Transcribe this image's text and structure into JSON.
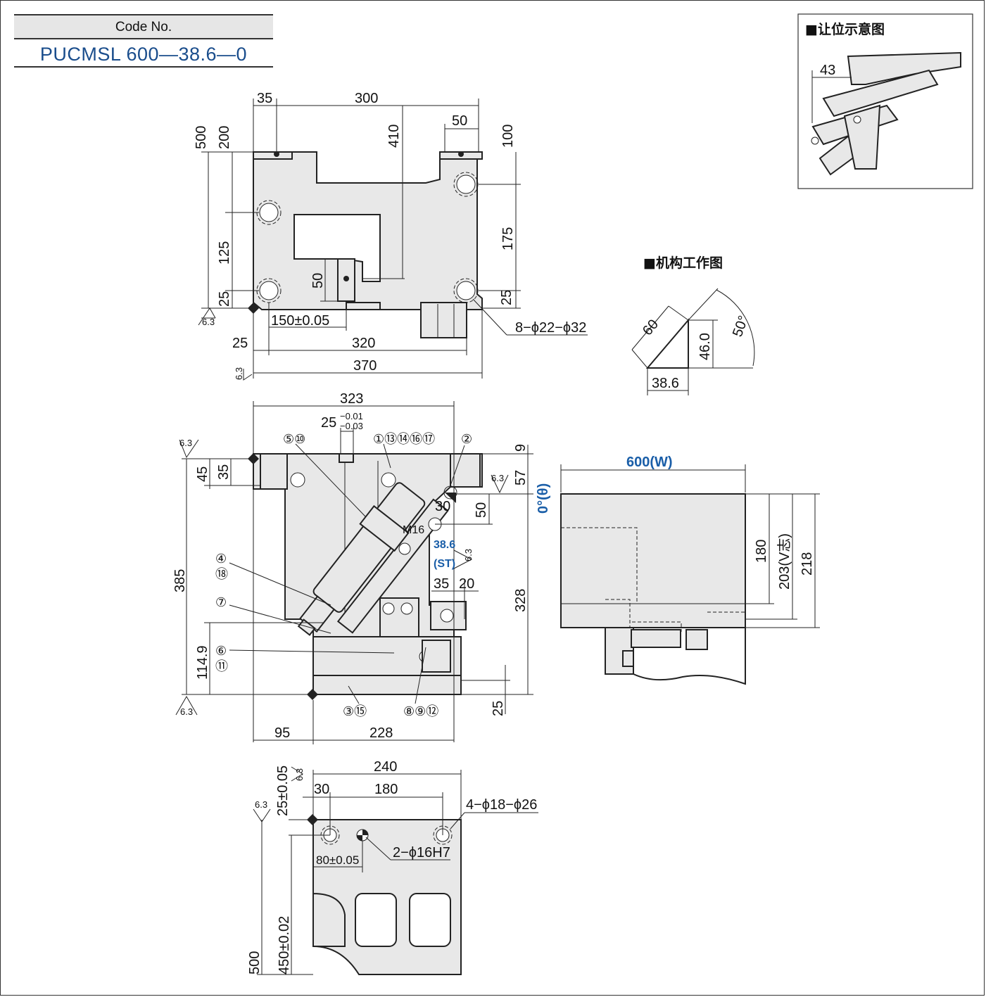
{
  "code": {
    "label": "Code No.",
    "value": "PUCMSL 600—38.6—0"
  },
  "inset_title": "■让位示意图",
  "inset_dim": "43",
  "mechanism_title": "■机构工作图",
  "top_view": {
    "dims": [
      "35",
      "300",
      "50",
      "410",
      "500",
      "200",
      "125",
      "25",
      "50",
      "100",
      "175",
      "25",
      "150±0.05",
      "25",
      "320",
      "370",
      "8−ϕ22−ϕ32",
      "6.3"
    ]
  },
  "mechanism": {
    "dims": [
      "60",
      "46.0",
      "50°",
      "38.6"
    ]
  },
  "front_view": {
    "dims": [
      "323",
      "25",
      "−0.01",
      "−0.03",
      "9",
      "57",
      "45",
      "35",
      "385",
      "114.9",
      "30",
      "50",
      "M16",
      "38.6",
      "(ST)",
      "35",
      "20",
      "328",
      "25",
      "95",
      "228",
      "0°(θ)",
      "6.3"
    ],
    "balloons": [
      "⑤⑩",
      "①⑬⑭⑯⑰",
      "②",
      "④",
      "⑱",
      "⑦",
      "⑥",
      "⑪",
      "③⑮",
      "⑧⑨⑫"
    ]
  },
  "side_view": {
    "width_label": "600(W)",
    "dims": [
      "180",
      "203(V志)",
      "218"
    ]
  },
  "bottom_view": {
    "dims": [
      "240",
      "30",
      "180",
      "25±0.05",
      "4−ϕ18−ϕ26",
      "80±0.05",
      "2−ϕ16H7",
      "500",
      "450±0.02",
      "6.3"
    ]
  },
  "colors": {
    "accent": "#1a5ea8",
    "code": "#1a4d8c",
    "fill": "#e8e8e8",
    "line": "#222222"
  }
}
